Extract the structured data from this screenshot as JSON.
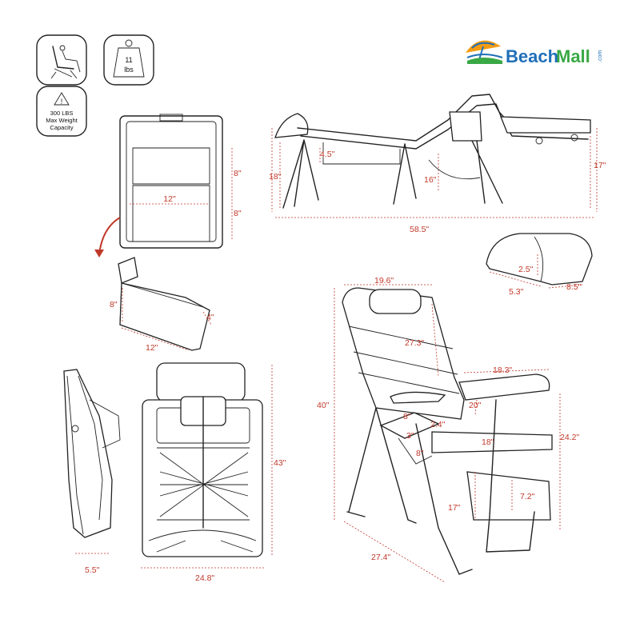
{
  "brand": {
    "name_part1": "Beach",
    "name_part2": "Mall",
    "suffix": ".com",
    "colors": {
      "blue": "#1f6fb8",
      "orange": "#f39c12",
      "green": "#39a845"
    }
  },
  "icons": {
    "recline": "recline-chair-icon",
    "weight": {
      "value": "11",
      "unit": "lbs"
    },
    "capacity": {
      "line1": "300 LBS",
      "line2": "Max Weight",
      "line3": "Capacity"
    }
  },
  "dims": {
    "tray_height_upper": "8\"",
    "tray_height_lower": "8\"",
    "tray_width": "12\"",
    "bag_height": "8\"",
    "bag_depth": "4\"",
    "bag_width": "12\"",
    "side_depth": "4.5\"",
    "side_seat_height": "18\"",
    "side_leg_height": "16\"",
    "side_foot_height": "17\"",
    "side_length": "58.5\"",
    "pillow_height": "2.5\"",
    "pillow_width": "5.3\"",
    "pillow_depth": "8.5\"",
    "chair_back_width": "19.6\"",
    "chair_back_height": "27.3\"",
    "chair_total_height": "40\"",
    "armrest_length": "18.3\"",
    "armrest_width": "20\"",
    "cup_width": "8\"",
    "cup_gap": "2.4\"",
    "cup_depth": "3\"",
    "cup_height": "8\"",
    "seat_depth": "18\"",
    "arm_height": "24.2\"",
    "seat_height": "17\"",
    "pocket_depth": "7.2\"",
    "chair_depth": "27.4\"",
    "folded_thickness": "5.5\"",
    "back_height": "43\"",
    "back_width": "24.8\""
  },
  "colors": {
    "dimension": "#c0392b",
    "line": "#222222"
  }
}
